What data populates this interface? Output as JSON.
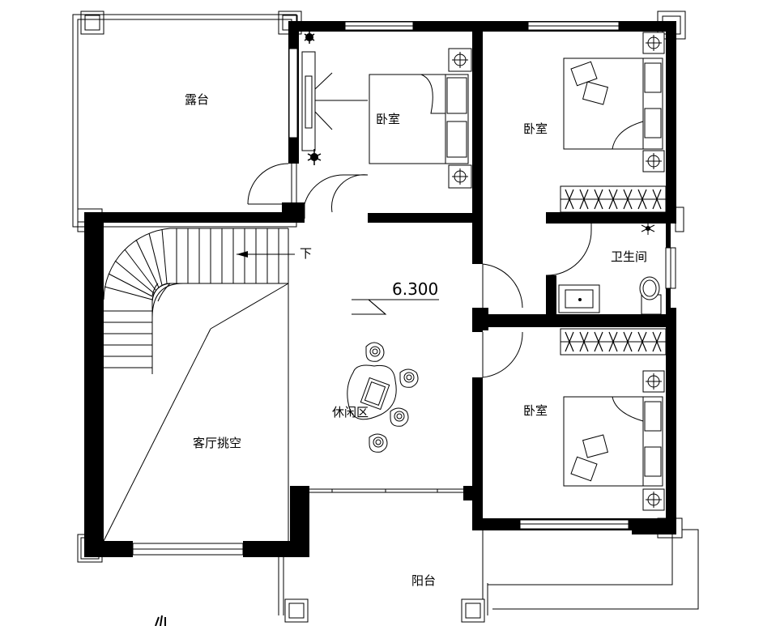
{
  "rooms": {
    "terrace": "露台",
    "bedroom_top": "卧室",
    "bedroom_right_top": "卧室",
    "bedroom_right_bottom": "卧室",
    "bathroom": "卫生间",
    "living_void": "客厅挑空",
    "lounge": "休闲区",
    "balcony": "阳台"
  },
  "stairs": {
    "direction_label": "下"
  },
  "elevation": {
    "value": "6.300"
  }
}
